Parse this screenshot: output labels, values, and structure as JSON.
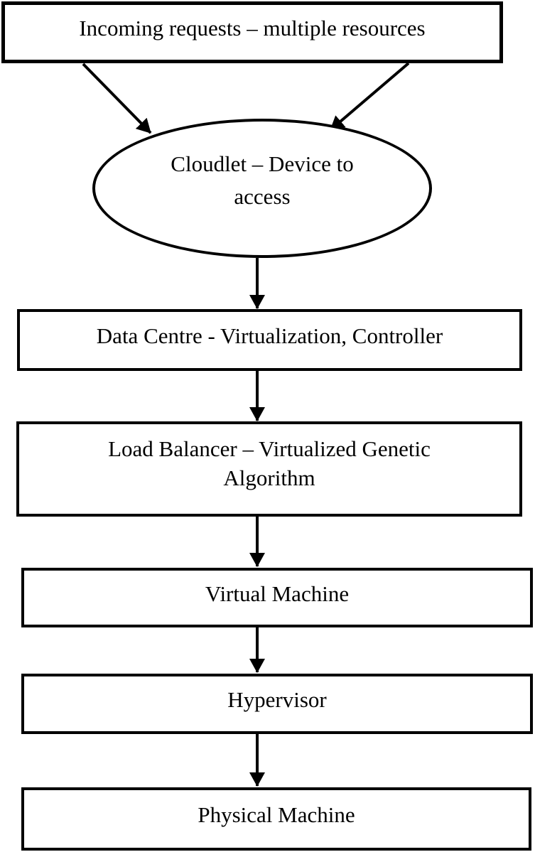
{
  "diagram": {
    "type": "flowchart",
    "colors": {
      "background": "#ffffff",
      "stroke": "#000000",
      "text": "#000000"
    },
    "nodes": {
      "incoming": {
        "shape": "rectangle",
        "label": "Incoming requests – multiple resources"
      },
      "cloudlet": {
        "shape": "ellipse",
        "label": "Cloudlet – Device to access"
      },
      "datacentre": {
        "shape": "rectangle",
        "label": "Data Centre - Virtualization, Controller"
      },
      "loadbalancer": {
        "shape": "rectangle",
        "label": "Load Balancer – Virtualized Genetic Algorithm"
      },
      "vm": {
        "shape": "rectangle",
        "label": "Virtual Machine"
      },
      "hypervisor": {
        "shape": "rectangle",
        "label": "Hypervisor"
      },
      "physical": {
        "shape": "rectangle",
        "label": "Physical Machine"
      }
    },
    "edges": [
      {
        "from": "incoming",
        "to": "cloudlet",
        "side": "left",
        "style": "arrow"
      },
      {
        "from": "incoming",
        "to": "cloudlet",
        "side": "right",
        "style": "arrow"
      },
      {
        "from": "cloudlet",
        "to": "datacentre",
        "style": "arrow"
      },
      {
        "from": "datacentre",
        "to": "loadbalancer",
        "style": "arrow"
      },
      {
        "from": "loadbalancer",
        "to": "vm",
        "style": "arrow"
      },
      {
        "from": "vm",
        "to": "hypervisor",
        "style": "arrow"
      },
      {
        "from": "hypervisor",
        "to": "physical",
        "style": "arrow"
      }
    ]
  }
}
